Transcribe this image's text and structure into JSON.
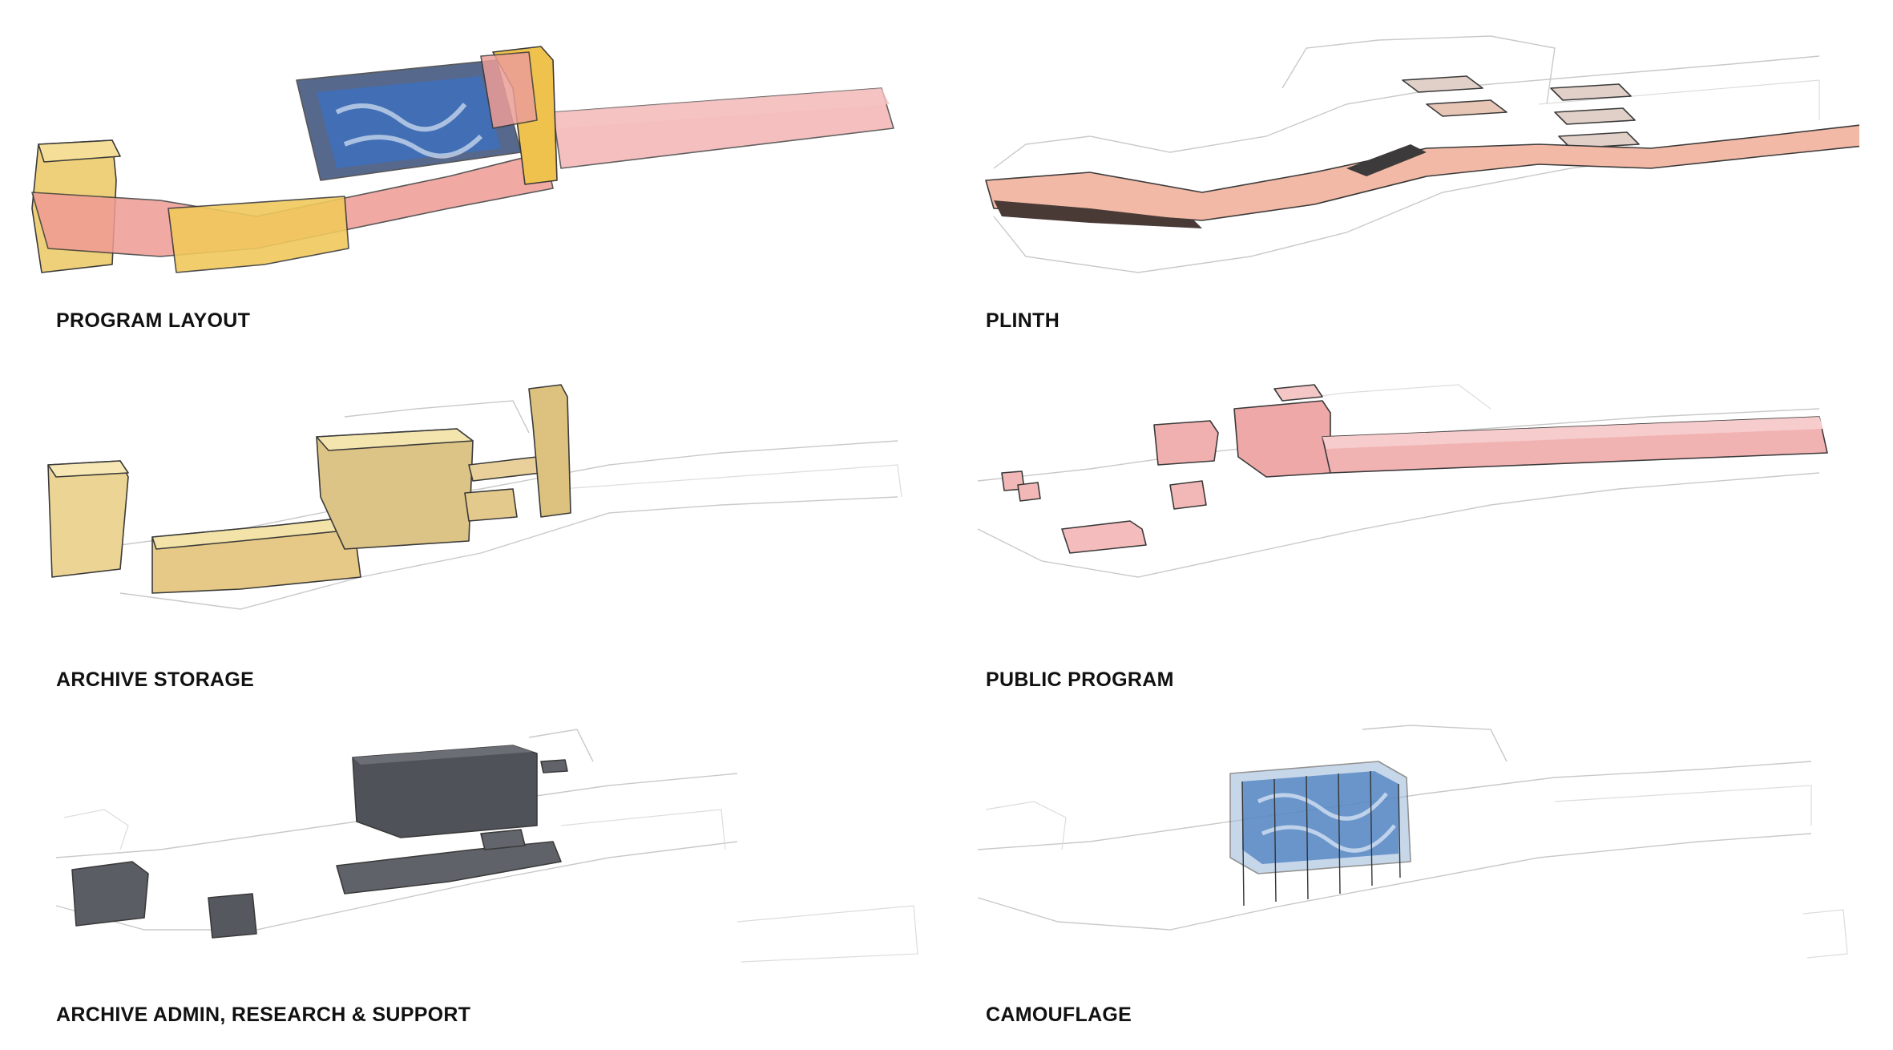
{
  "panels": [
    {
      "id": "program-layout",
      "caption": "PROGRAM LAYOUT"
    },
    {
      "id": "plinth",
      "caption": "PLINTH"
    },
    {
      "id": "archive-storage",
      "caption": "ARCHIVE STORAGE"
    },
    {
      "id": "public-program",
      "caption": "PUBLIC PROGRAM"
    },
    {
      "id": "archive-admin",
      "caption": "ARCHIVE ADMIN, RESEARCH & SUPPORT"
    },
    {
      "id": "camouflage",
      "caption": "CAMOUFLAGE"
    }
  ],
  "colors": {
    "storage": "#f0dc9c",
    "storage_dark": "#d9bf6e",
    "plinth": "#f1b9a6",
    "public": "#f3b4b4",
    "admin": "#5a5d63",
    "camouflage": "#4b7fc0",
    "ghost": "#c9c9c9"
  }
}
